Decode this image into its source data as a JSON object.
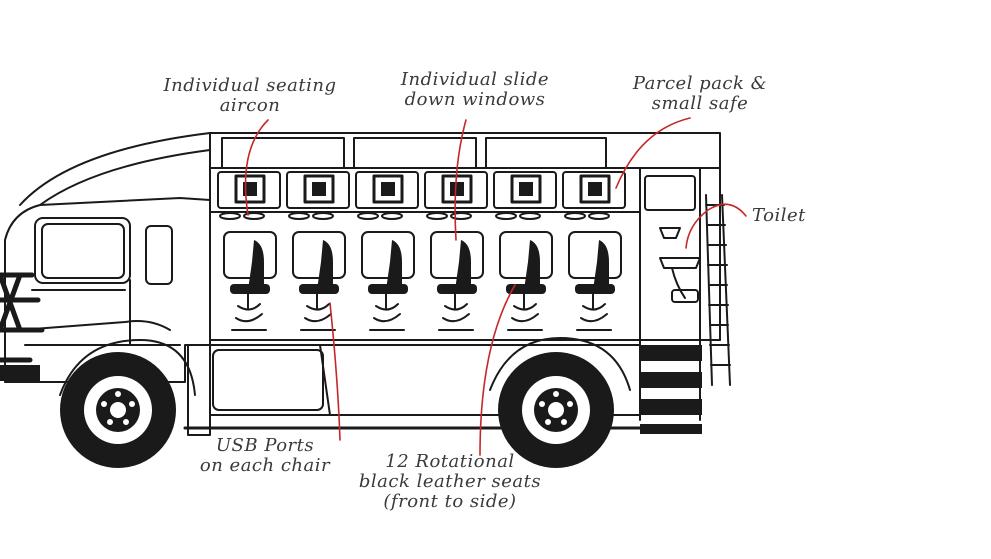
{
  "callouts": {
    "aircon": {
      "line1": "Individual seating",
      "line2": "aircon"
    },
    "windows": {
      "line1": "Individual slide",
      "line2": "down windows"
    },
    "parcel": {
      "line1": "Parcel pack &",
      "line2": "small safe"
    },
    "toilet": {
      "line1": "Toilet"
    },
    "usb": {
      "line1": "USB Ports",
      "line2": "on each chair"
    },
    "seats": {
      "line1": "12 Rotational",
      "line2": "black leather seats",
      "line3": "(front to side)"
    }
  },
  "colors": {
    "ink": "#1a1a1a",
    "callout_line": "#c62828",
    "label_text": "#3a3a3a"
  },
  "icons": [
    "seat-icon",
    "aircon-unit-icon",
    "toilet-icon",
    "wheel-icon"
  ]
}
